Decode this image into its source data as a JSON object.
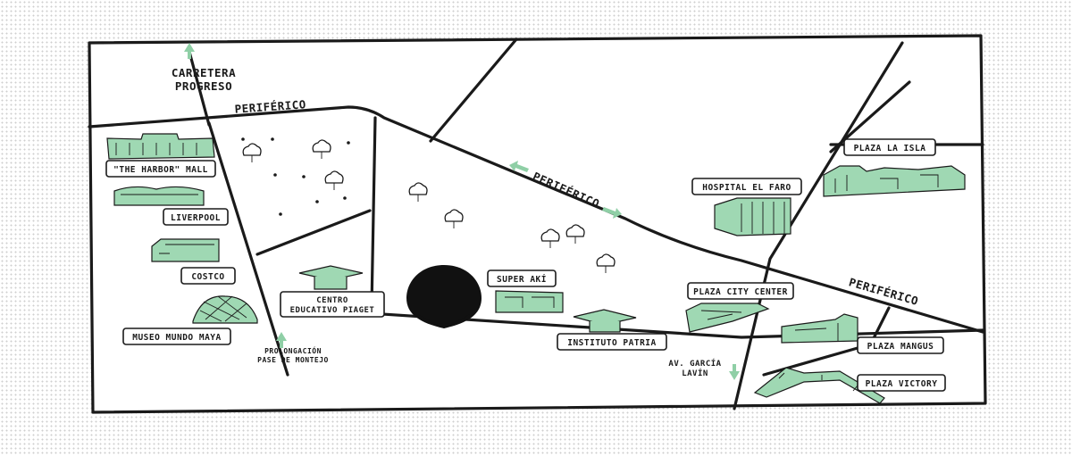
{
  "roads": {
    "carretera": "CARRETERA",
    "progreso": "PROGRESO",
    "periferico_top": "PERIFÉRICO",
    "periferico_mid": "PERIFÉRICO",
    "periferico_right": "PERIFÉRICO",
    "prolongacion": "PROLONGACIÓN",
    "pase_montejo": "PASE DE MONTEJO",
    "garcia": "AV. GARCÍA",
    "lavin": "LAVÍN"
  },
  "places": {
    "harbor": "\"THE HARBOR\" MALL",
    "liverpool": "LIVERPOOL",
    "costco": "COSTCO",
    "museo": "MUSEO MUNDO MAYA",
    "centro_1": "CENTRO",
    "centro_2": "EDUCATIVO PIAGET",
    "super_aki": "SUPER AKÍ",
    "instituto": "INSTITUTO PATRIA",
    "hospital": "HOSPITAL EL FARO",
    "plaza_isla": "PLAZA LA ISLA",
    "plaza_city": "PLAZA CITY CENTER",
    "plaza_mangus": "PLAZA MANGUS",
    "plaza_victory": "PLAZA VICTORY"
  },
  "colors": {
    "building_green": "#9fd8b3",
    "arrow_green": "#8fcfa6",
    "ink": "#1a1a1a",
    "pin": "#111111"
  },
  "icons": [
    "location-pin-icon",
    "tree-icon",
    "graduation-cap-icon",
    "arrow-icon"
  ]
}
